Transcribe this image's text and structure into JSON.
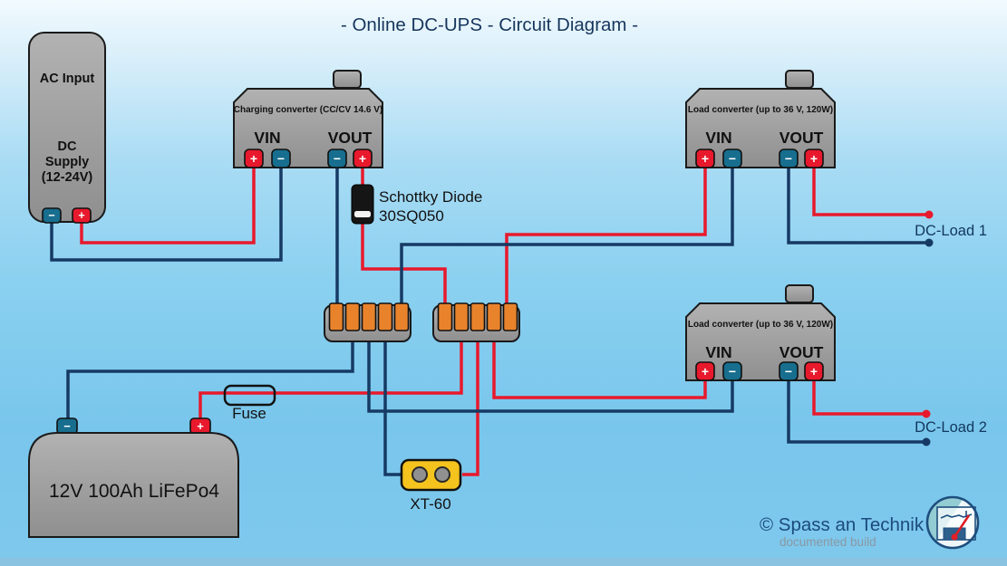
{
  "title": "- Online DC-UPS - Circuit Diagram -",
  "colors": {
    "wire_positive": "#e8192c",
    "wire_negative": "#163a64",
    "terminal_positive": "#e8192c",
    "terminal_negative": "#176e8e",
    "component_gray": "#9e9e9e",
    "connector_orange": "#e8832c",
    "xt60_yellow": "#f4c31d",
    "diode_black": "#151515",
    "title_navy": "#17365c",
    "credit_blue": "#1c4b7d",
    "credit_gray": "#8b98a4"
  },
  "supply": {
    "label_top": "AC Input",
    "lines": [
      "DC",
      "Supply",
      "(12-24V)"
    ]
  },
  "labels": {
    "vin": "VIN",
    "vout": "VOUT"
  },
  "terminals": {
    "plus": "+",
    "minus": "−"
  },
  "charging_converter": {
    "label": "Charging converter (CC/CV 14.6 V)"
  },
  "load_converter_1": {
    "label": "Load converter (up to 36 V, 120W)"
  },
  "load_converter_2": {
    "label": "Load converter (up to 36 V, 120W)"
  },
  "diode": {
    "name": "Schottky Diode",
    "part": "30SQ050"
  },
  "fuse": {
    "label": "Fuse"
  },
  "battery": {
    "label": "12V 100Ah LiFePo4"
  },
  "xt60": {
    "label": "XT-60"
  },
  "loads": {
    "load1": "DC-Load 1",
    "load2": "DC-Load 2"
  },
  "credit": {
    "name": "© Spass an Technik",
    "sub": "documented build"
  }
}
